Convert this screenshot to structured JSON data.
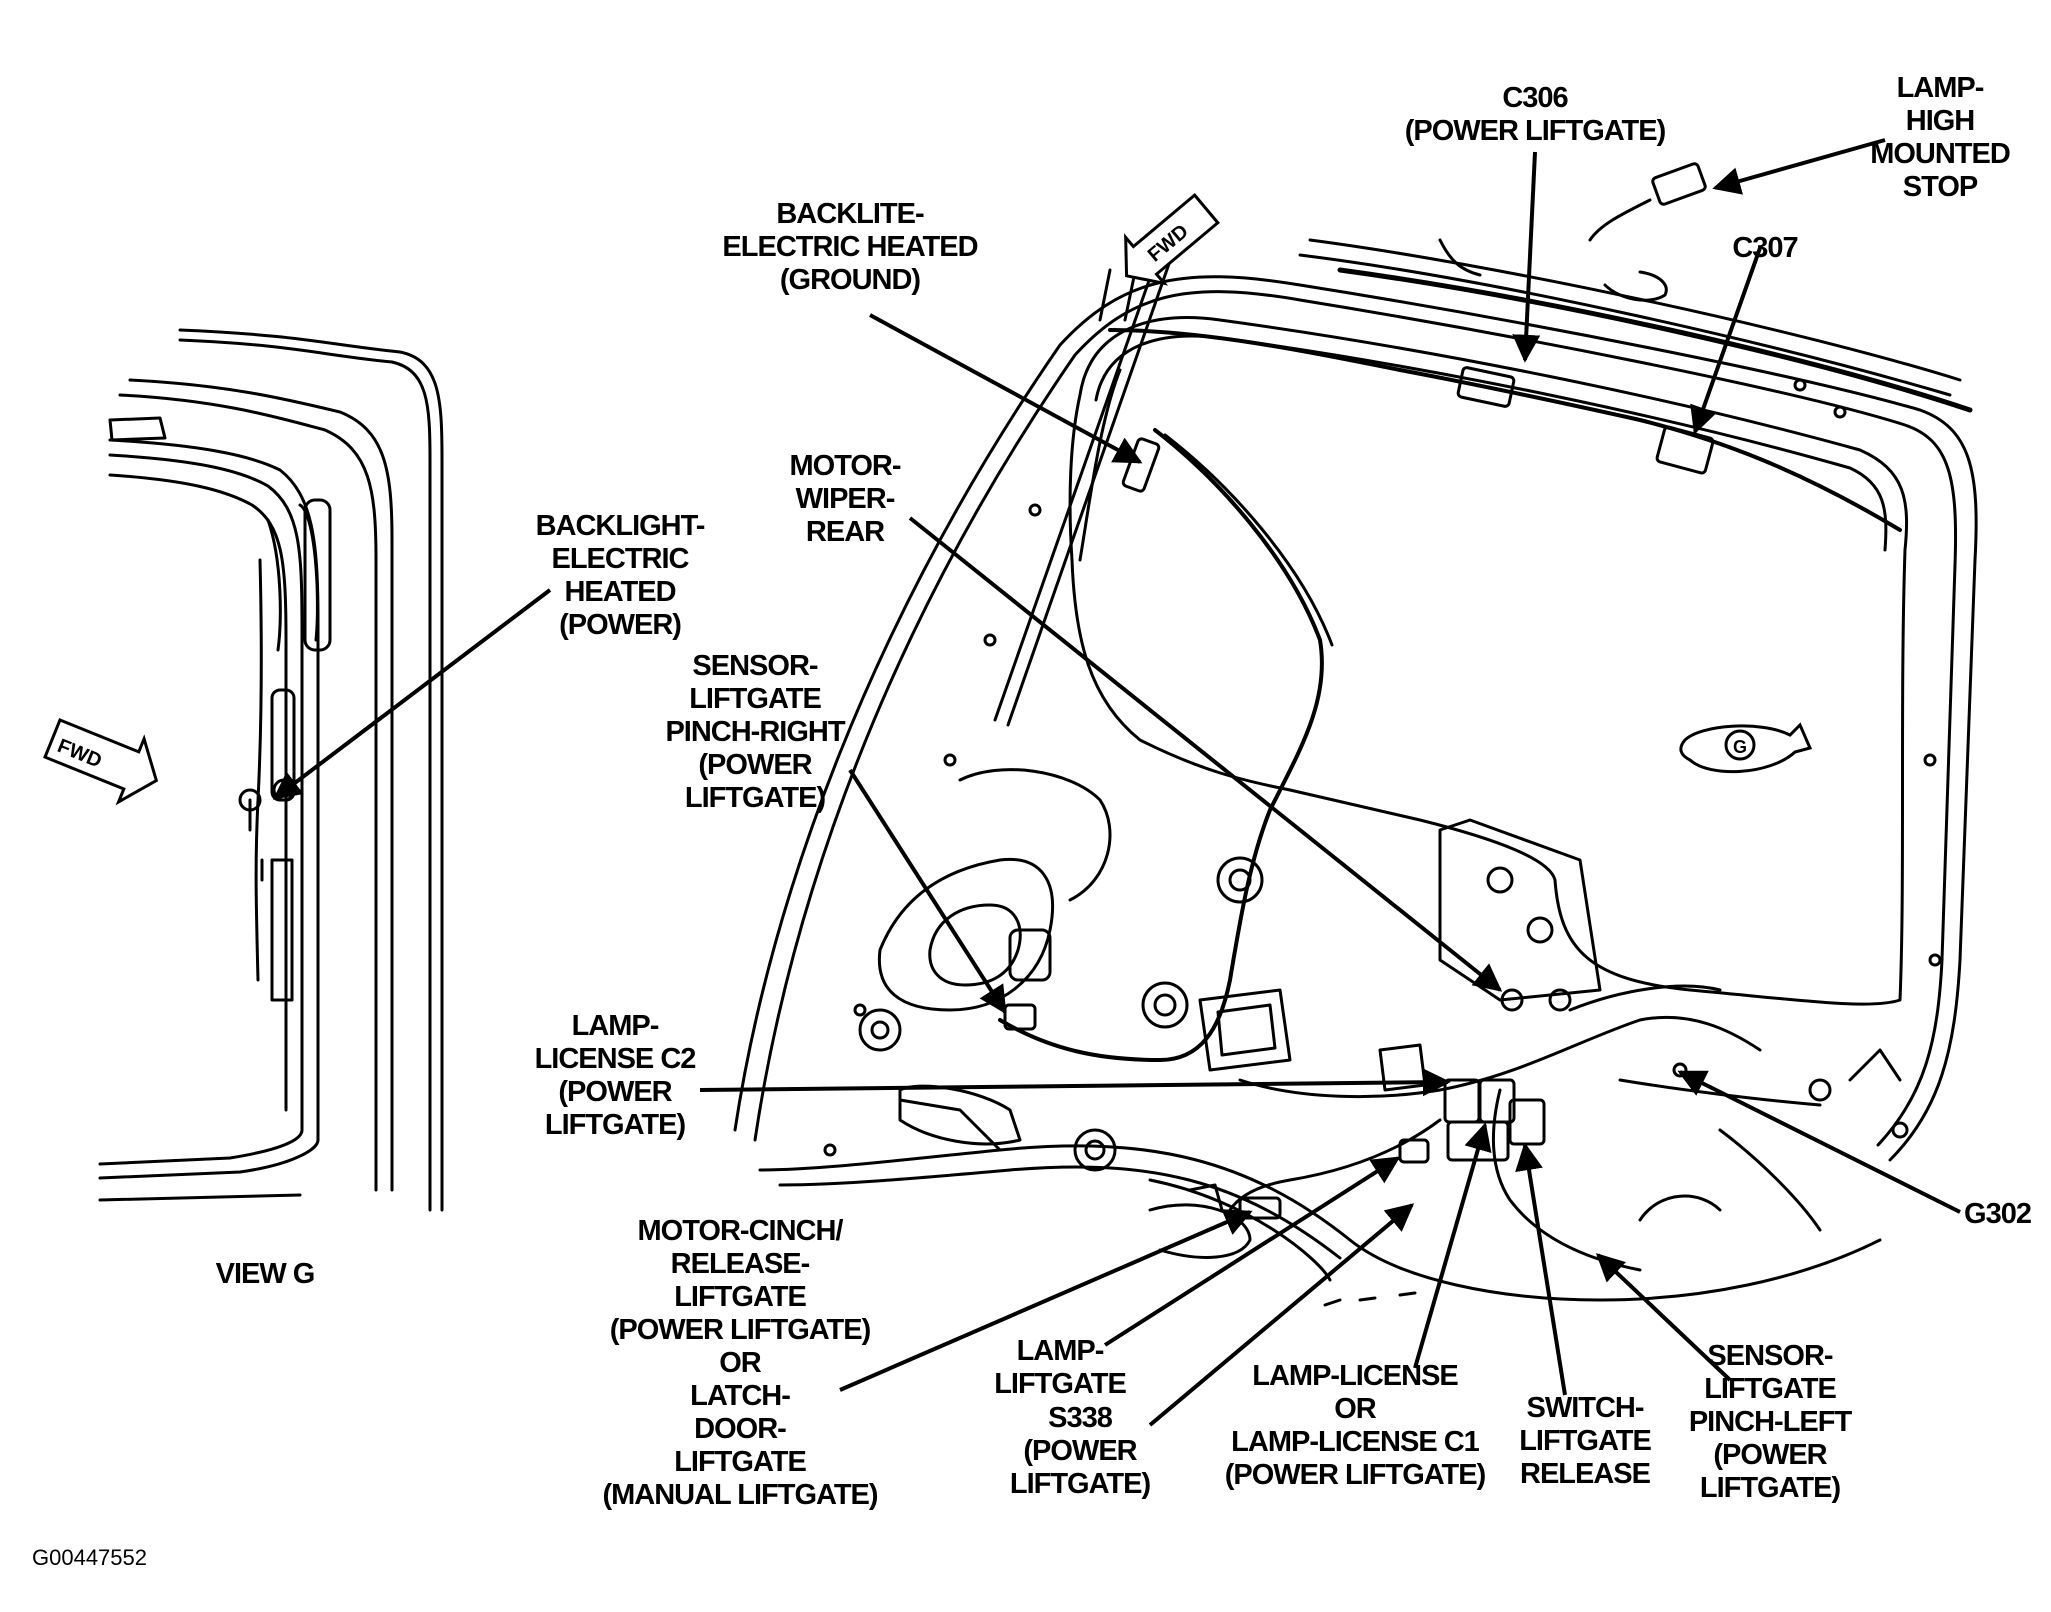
{
  "diagram": {
    "figure_id": "G00447552",
    "view_label": "VIEW G",
    "fwd_label": "FWD",
    "view_marker": "G"
  },
  "callouts": {
    "c306": [
      "C306",
      "(POWER LIFTGATE)"
    ],
    "lamp_high_mounted_stop": [
      "LAMP-",
      "HIGH",
      "MOUNTED",
      "STOP"
    ],
    "c307": [
      "C307"
    ],
    "backlite_ground": [
      "BACKLITE-",
      "ELECTRIC HEATED",
      "(GROUND)"
    ],
    "backlight_power": [
      "BACKLIGHT-",
      "ELECTRIC",
      "HEATED",
      "(POWER)"
    ],
    "motor_wiper_rear": [
      "MOTOR-",
      "WIPER-",
      "REAR"
    ],
    "sensor_pinch_right": [
      "SENSOR-",
      "LIFTGATE",
      "PINCH-RIGHT",
      "(POWER",
      "LIFTGATE)"
    ],
    "lamp_license_c2": [
      "LAMP-",
      "LICENSE C2",
      "(POWER",
      "LIFTGATE)"
    ],
    "g302": [
      "G302"
    ],
    "motor_cinch": [
      "MOTOR-CINCH/",
      "RELEASE-",
      "LIFTGATE",
      "(POWER LIFTGATE)",
      "OR",
      "LATCH-",
      "DOOR-",
      "LIFTGATE",
      "(MANUAL LIFTGATE)"
    ],
    "lamp_liftgate": [
      "LAMP-",
      "LIFTGATE"
    ],
    "s338": [
      "S338",
      "(POWER",
      "LIFTGATE)"
    ],
    "lamp_license_c1": [
      "LAMP-LICENSE",
      "OR",
      "LAMP-LICENSE C1",
      "(POWER LIFTGATE)"
    ],
    "switch_release": [
      "SWITCH-",
      "LIFTGATE",
      "RELEASE"
    ],
    "sensor_pinch_left": [
      "SENSOR-",
      "LIFTGATE",
      "PINCH-LEFT",
      "(POWER",
      "LIFTGATE)"
    ]
  }
}
